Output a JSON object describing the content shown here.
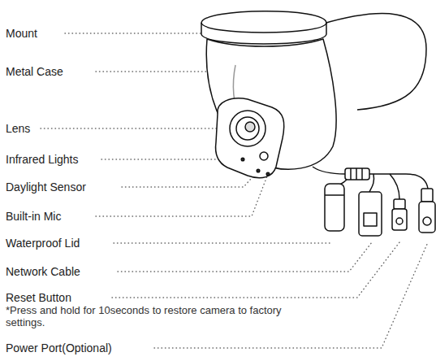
{
  "diagram": {
    "labels": [
      "Mount",
      "Metal Case",
      "Lens",
      "Infrared Lights",
      "Daylight Sensor",
      "Built-in Mic",
      "Waterproof Lid",
      "Network Cable",
      "Reset Button",
      "*Press and hold for 10seconds to restore camera to factory settings.",
      "Power Port(Optional)"
    ]
  }
}
